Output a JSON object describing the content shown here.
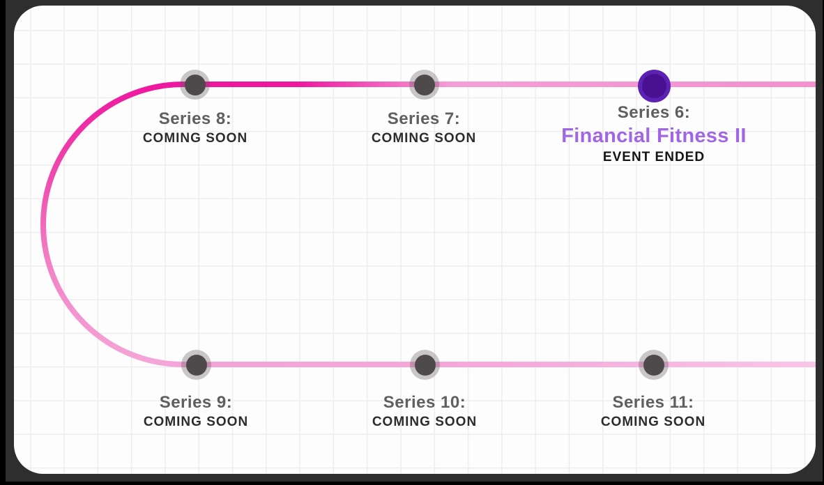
{
  "timeline": {
    "items": [
      {
        "id": "series-8",
        "series_label": "Series 8:",
        "status": "COMING SOON",
        "state": "upcoming"
      },
      {
        "id": "series-7",
        "series_label": "Series 7:",
        "status": "COMING SOON",
        "state": "upcoming"
      },
      {
        "id": "series-6",
        "series_label": "Series 6:",
        "title": "Financial Fitness II",
        "status": "EVENT ENDED",
        "state": "ended"
      },
      {
        "id": "series-9",
        "series_label": "Series 9:",
        "status": "COMING SOON",
        "state": "upcoming"
      },
      {
        "id": "series-10",
        "series_label": "Series 10:",
        "status": "COMING SOON",
        "state": "upcoming"
      },
      {
        "id": "series-11",
        "series_label": "Series 11:",
        "status": "COMING SOON",
        "state": "upcoming"
      }
    ]
  },
  "colors": {
    "path_bright_pink": "#ee18a0",
    "path_light_pink": "#f59fd6",
    "path_pale_pink": "#f9c6e9",
    "node_inactive_core": "#4e4a4c",
    "node_inactive_ring": "#c7c3c5",
    "node_active_core": "#4a1092",
    "node_active_ring": "#5c22b3",
    "event_title_purple": "#a166e4",
    "series_label_gray": "#5f5f5f",
    "status_text_dark": "#2c2c2c",
    "frame_dark": "#2e2e2e",
    "grid_line": "#eeedee",
    "canvas_bg": "#fdfdfd"
  }
}
